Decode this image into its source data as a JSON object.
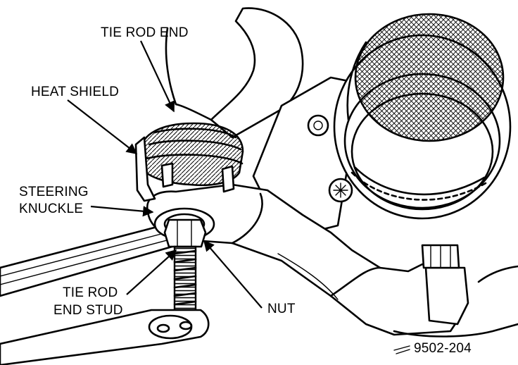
{
  "labels": {
    "tie_rod_end": "TIE ROD END",
    "heat_shield": "HEAT SHIELD",
    "steering_knuckle_line1": "STEERING",
    "steering_knuckle_line2": "KNUCKLE",
    "tie_rod_end_stud_line1": "TIE ROD",
    "tie_rod_end_stud_line2": "END STUD",
    "nut": "NUT"
  },
  "figure_number": "9502-204",
  "colors": {
    "ink": "#000000",
    "paper": "#ffffff"
  }
}
